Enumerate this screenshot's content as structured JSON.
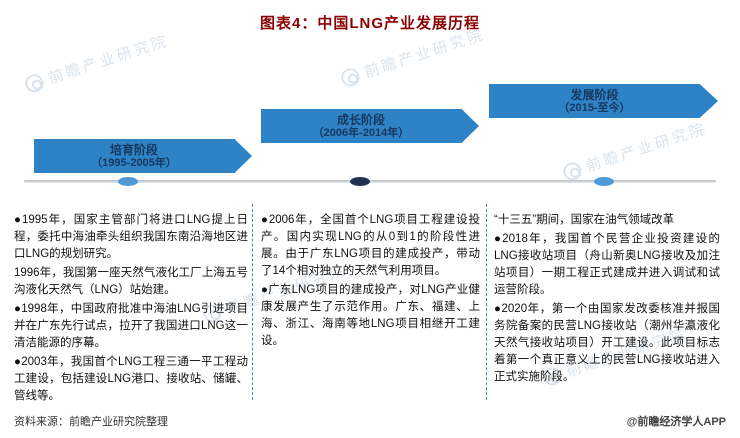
{
  "title": "图表4：中国LNG产业发展历程",
  "watermark": {
    "text": "前瞻产业研究院"
  },
  "colors": {
    "title": "#8b0000",
    "arrow_fill": "#2e83c6",
    "arrow_text": "#17375e",
    "dot_light": "#4d9ad6",
    "dot_dark": "#1f3350",
    "divider_dashed": "#4f81bd",
    "watermark": "#a4bbd2"
  },
  "phases": [
    {
      "name": "培育阶段",
      "years": "（1995-2005年）",
      "points": [
        "●1995年，国家主管部门将进口LNG提上日程，委托中海油牵头组织我国东南沿海地区进口LNG的规划研究。",
        "1996年，我国第一座天然气液化工厂上海五号沟液化天然气（LNG）站始建。",
        "●1998年，中国政府批准中海油LNG引进项目并在广东先行试点，拉开了我国进口LNG这一清洁能源的序幕。",
        "●2003年，我国首个LNG工程三通一平工程动工建设，包括建设LNG港口、接收站、储罐、管线等。"
      ]
    },
    {
      "name": "成长阶段",
      "years": "（2006年-2014年）",
      "points": [
        "●2006年，全国首个LNG项目工程建设投产。国内实现LNG的从0到1的阶段性进展。由于广东LNG项目的建成投产，带动了14个相对独立的天然气利用项目。",
        "●广东LNG项目的建成投产，对LNG产业健康发展产生了示范作用。广东、福建、上海、浙江、海南等地LNG项目相继开工建设。"
      ]
    },
    {
      "name": "发展阶段",
      "years": "（2015-至今）",
      "points": [
        "“十三五”期间，国家在油气领域改革",
        "●2018年，我国首个民营企业投资建设的LNG接收站项目（舟山新奥LNG接收及加注站项目）一期工程正式建成并进入调试和试运营阶段。",
        "●2020年，第一个由国家发改委核准并报国务院备案的民营LNG接收站（潮州华瀛液化天然气接收站项目）开工建设。此项目标志着第一个真正意义上的民营LNG接收站进入正式实施阶段。"
      ]
    }
  ],
  "footer": {
    "source": "资料来源：前瞻产业研究院整理",
    "app": "@前瞻经济学人APP"
  }
}
